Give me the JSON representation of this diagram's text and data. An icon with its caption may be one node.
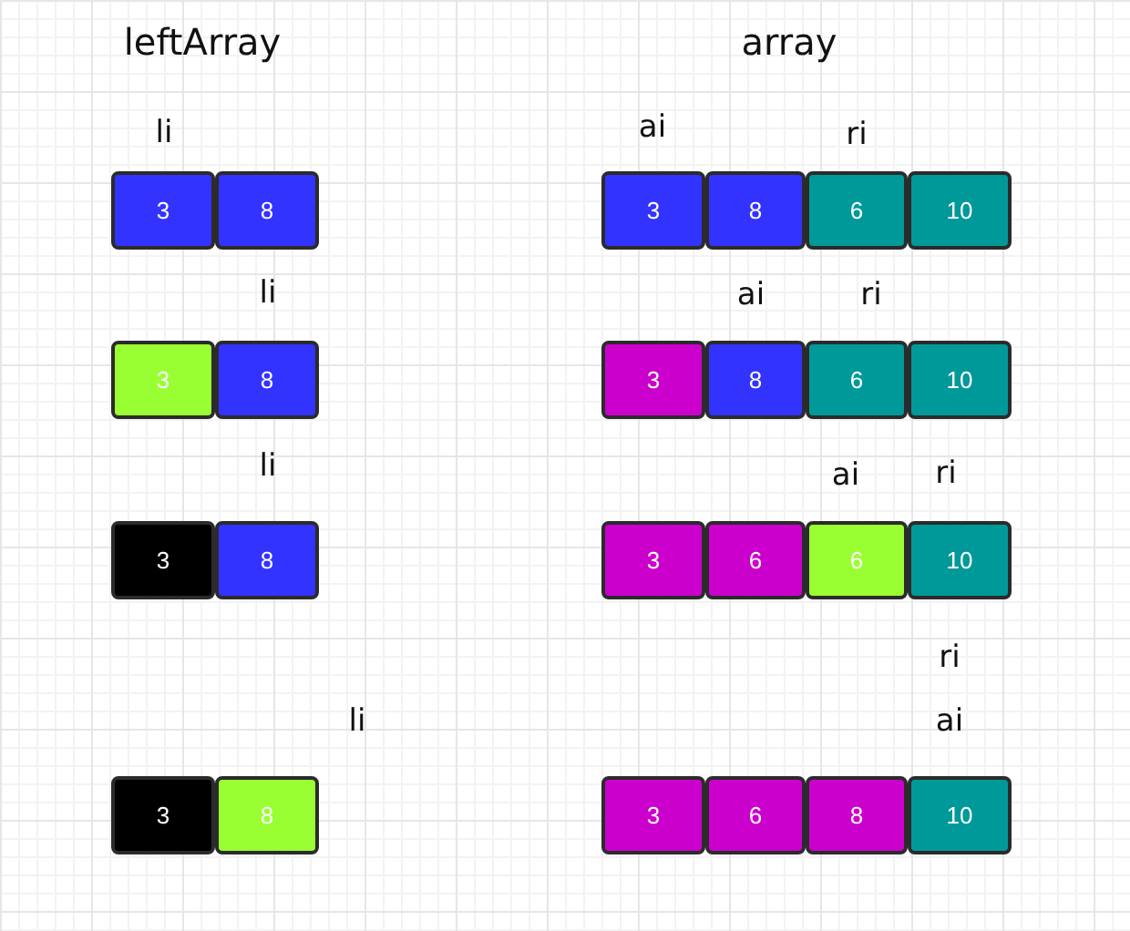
{
  "diagram": {
    "nodes": [
      {
        "text": [
          "3"
        ]
      },
      {
        "text": [
          "8"
        ]
      },
      {
        "text": [
          "3"
        ]
      },
      {
        "text": [
          "8"
        ]
      },
      {
        "text": [
          "6"
        ]
      },
      {
        "text": [
          "10"
        ]
      },
      {
        "text": [
          "3"
        ]
      },
      {
        "text": [
          "8"
        ]
      },
      {
        "text": [
          "3"
        ]
      },
      {
        "text": [
          "8"
        ]
      },
      {
        "text": [
          "6"
        ]
      },
      {
        "text": [
          "10"
        ]
      },
      {
        "text": [
          "3"
        ]
      },
      {
        "text": [
          "8"
        ]
      },
      {
        "text": [
          "3"
        ]
      },
      {
        "text": [
          "6"
        ]
      },
      {
        "text": [
          "6"
        ]
      },
      {
        "text": [
          "10"
        ]
      },
      {
        "text": [
          "3"
        ]
      },
      {
        "text": [
          "8"
        ]
      },
      {
        "text": [
          "3"
        ]
      },
      {
        "text": [
          "6"
        ]
      },
      {
        "text": [
          "8"
        ]
      },
      {
        "text": [
          "10"
        ]
      }
    ],
    "labels": [
      "leftArray",
      "array",
      "li",
      "ai",
      "ri",
      "li",
      "ai",
      "ri",
      "li",
      "ai",
      "ri",
      "ri",
      "li",
      "ai"
    ]
  }
}
